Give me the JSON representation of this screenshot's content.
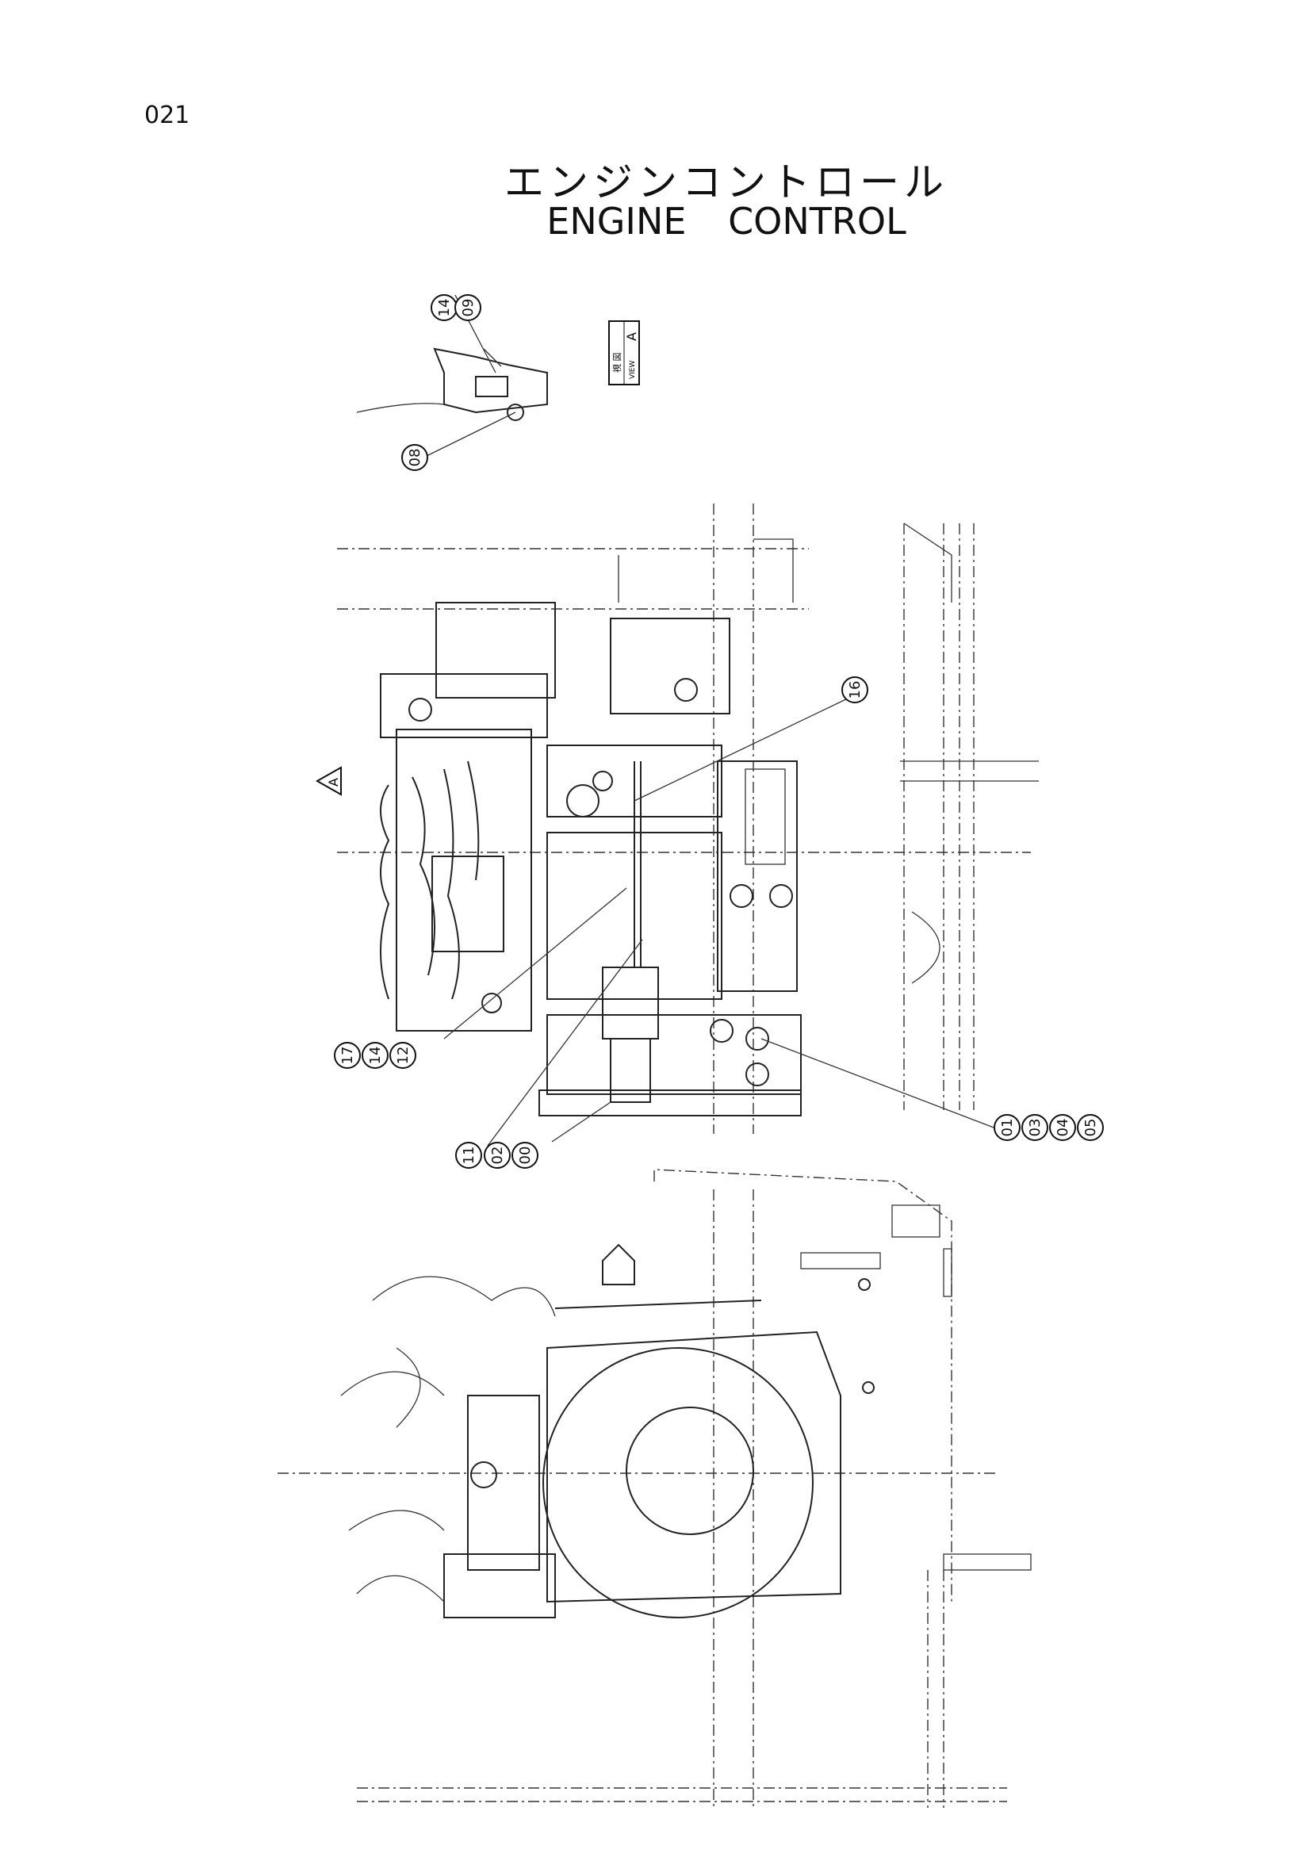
{
  "page": {
    "number": "021"
  },
  "title": {
    "japanese": "エンジンコントロール",
    "english": "ENGINE CONTROL"
  },
  "view_label": {
    "text": "視 図",
    "sub": "VIEW",
    "letter": "A"
  },
  "arrow_label": "A",
  "callouts": [
    {
      "id": "c14a",
      "label": "14"
    },
    {
      "id": "c09",
      "label": "09"
    },
    {
      "id": "c08",
      "label": "08"
    },
    {
      "id": "c16",
      "label": "16"
    },
    {
      "id": "c17",
      "label": "17"
    },
    {
      "id": "c14b",
      "label": "14"
    },
    {
      "id": "c12",
      "label": "12"
    },
    {
      "id": "c11",
      "label": "11"
    },
    {
      "id": "c02",
      "label": "02"
    },
    {
      "id": "c00",
      "label": "00"
    },
    {
      "id": "c01",
      "label": "01"
    },
    {
      "id": "c03",
      "label": "03"
    },
    {
      "id": "c04",
      "label": "04"
    },
    {
      "id": "c05",
      "label": "05"
    }
  ]
}
